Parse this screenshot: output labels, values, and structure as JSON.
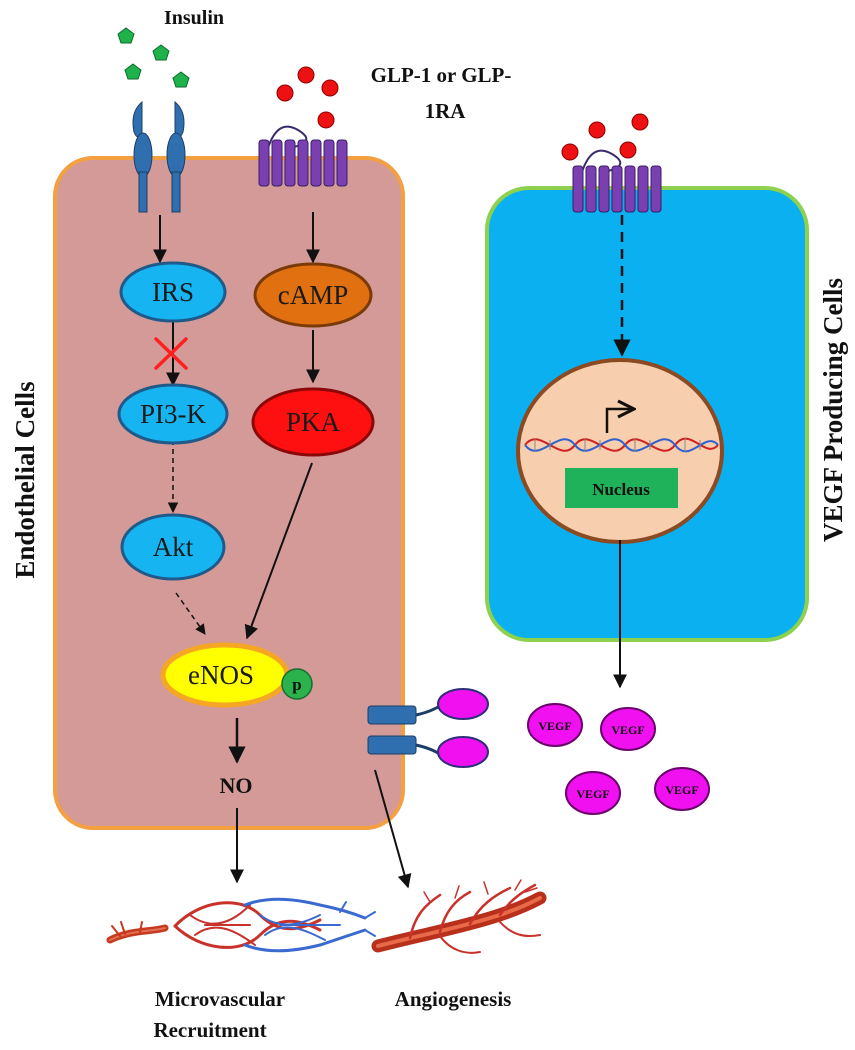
{
  "ligands": {
    "insulin_label": "Insulin",
    "glp1_label_line1": "GLP-1 or GLP-",
    "glp1_label_line2": "1RA"
  },
  "cells": {
    "endothelial_label": "Endothelial Cells",
    "vegf_producing_label": "VEGF Producing Cells"
  },
  "nodes": {
    "irs": "IRS",
    "pi3k": "PI3-K",
    "akt": "Akt",
    "camp": "cAMP",
    "pka": "PKA",
    "enos": "eNOS",
    "phospho": "p",
    "no": "NO",
    "nucleus": "Nucleus"
  },
  "vegf": {
    "label": "VEGF",
    "molecules": [
      "VEGF",
      "VEGF",
      "VEGF",
      "VEGF"
    ]
  },
  "outcomes": {
    "microvascular_line1": "Microvascular",
    "microvascular_line2": "Recruitment",
    "angiogenesis": "Angiogenesis"
  },
  "colors": {
    "endothelial_fill": "#d49a98",
    "endothelial_border": "#f4a040",
    "vegf_cell_fill": "#0ab0f0",
    "vegf_cell_border": "#8dd14f",
    "node_blue": "#16b4f0",
    "node_border": "#1f5a8a",
    "camp": "#e07010",
    "pka": "#ff1010",
    "enos_fill": "#ffff00",
    "enos_border": "#f5a623",
    "phospho": "#2bb24c",
    "nucleus_fill": "#f7cfae",
    "nucleus_border": "#8b4a22",
    "nucleus_box": "#1fb25a",
    "vegf_molecule": "#f010f0",
    "insulin_ligand": "#1fb24a",
    "glp1_ligand": "#ee1111",
    "receptor_purple": "#7a3fb0",
    "insulin_receptor": "#2f6fb0",
    "inhibition_x": "#ff2020"
  }
}
